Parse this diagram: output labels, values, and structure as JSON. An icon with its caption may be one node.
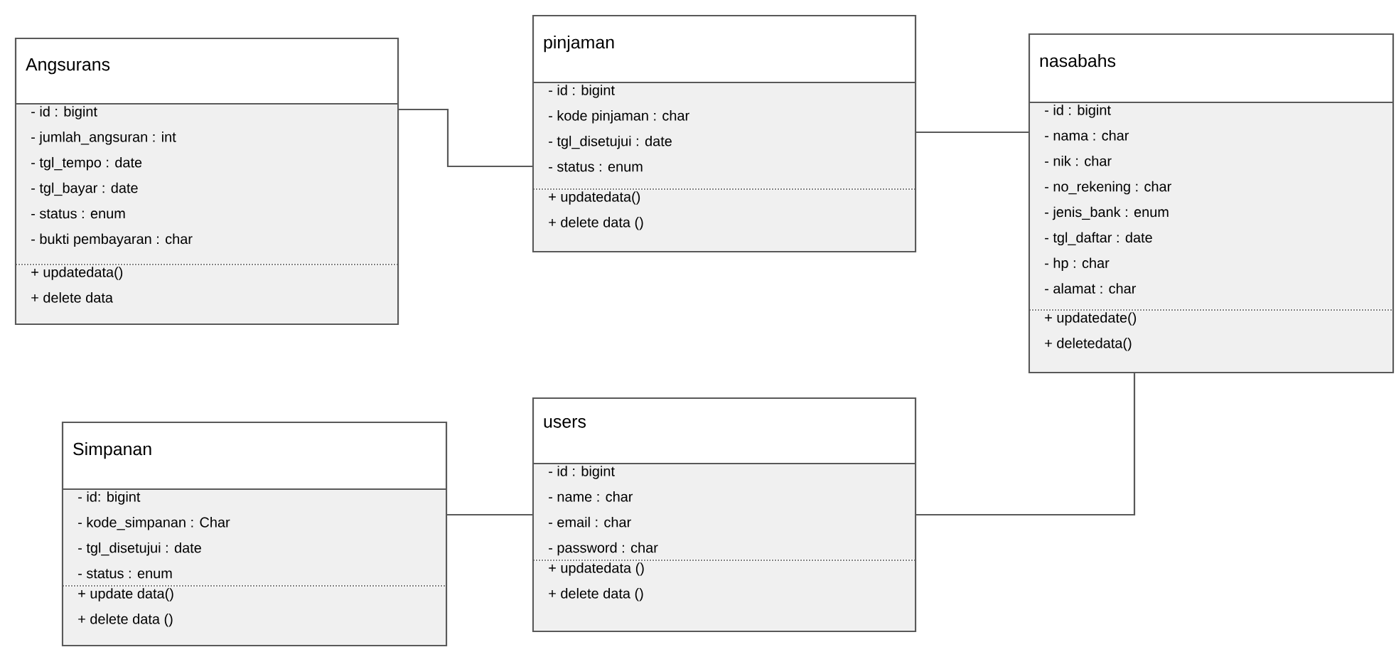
{
  "diagram": {
    "nodes": [
      {
        "text": [
          "Angsurans"
        ]
      },
      {
        "text": [
          "- id : bigint",
          "- jumlah_angsuran : int",
          "- tgl_tempo : date",
          "- tgl_bayar : date",
          "- status : enum",
          "- bukti pembayaran : char"
        ],
        "in": 0
      },
      {
        "text": [
          "+ updatedata()",
          "+ delete data"
        ],
        "in": 0
      },
      {
        "text": [
          "pinjaman"
        ]
      },
      {
        "text": [
          "- id : bigint",
          "- kode pinjaman : char",
          "- tgl_disetujui : date",
          "- status : enum"
        ],
        "in": 3
      },
      {
        "text": [
          "+ updatedata()",
          "+ delete data ()"
        ],
        "in": 3
      },
      {
        "text": [
          "nasabahs"
        ]
      },
      {
        "text": [
          "- id : bigint",
          "- nama : char",
          "- nik : char",
          "- no_rekening : char",
          "- jenis_bank : enum",
          "- tgl_daftar : date",
          "- hp : char",
          "- alamat : char"
        ],
        "in": 6
      },
      {
        "text": [
          "+ updatedate()",
          "+ deletedata()"
        ],
        "in": 6
      },
      {
        "text": [
          "Simpanan"
        ]
      },
      {
        "text": [
          "- id: bigint",
          "- kode_simpanan : Char",
          "- tgl_disetujui : date",
          "- status : enum"
        ],
        "in": 9
      },
      {
        "text": [
          "+ update data()",
          "+ delete data ()"
        ],
        "in": 9
      },
      {
        "text": [
          "users"
        ]
      },
      {
        "text": [
          "- id : bigint",
          "- name : char",
          "- email : char",
          "- password : char"
        ],
        "in": 12
      },
      {
        "text": [
          "+ updatedata ()",
          "+ delete data ()"
        ],
        "in": 12
      }
    ],
    "edges": [
      {
        "from": 0,
        "to": 3,
        "arrow": "none"
      },
      {
        "from": 3,
        "to": 6,
        "arrow": "none"
      },
      {
        "from": 6,
        "to": 12,
        "arrow": "none"
      },
      {
        "from": 9,
        "to": 12,
        "arrow": "none"
      }
    ]
  }
}
